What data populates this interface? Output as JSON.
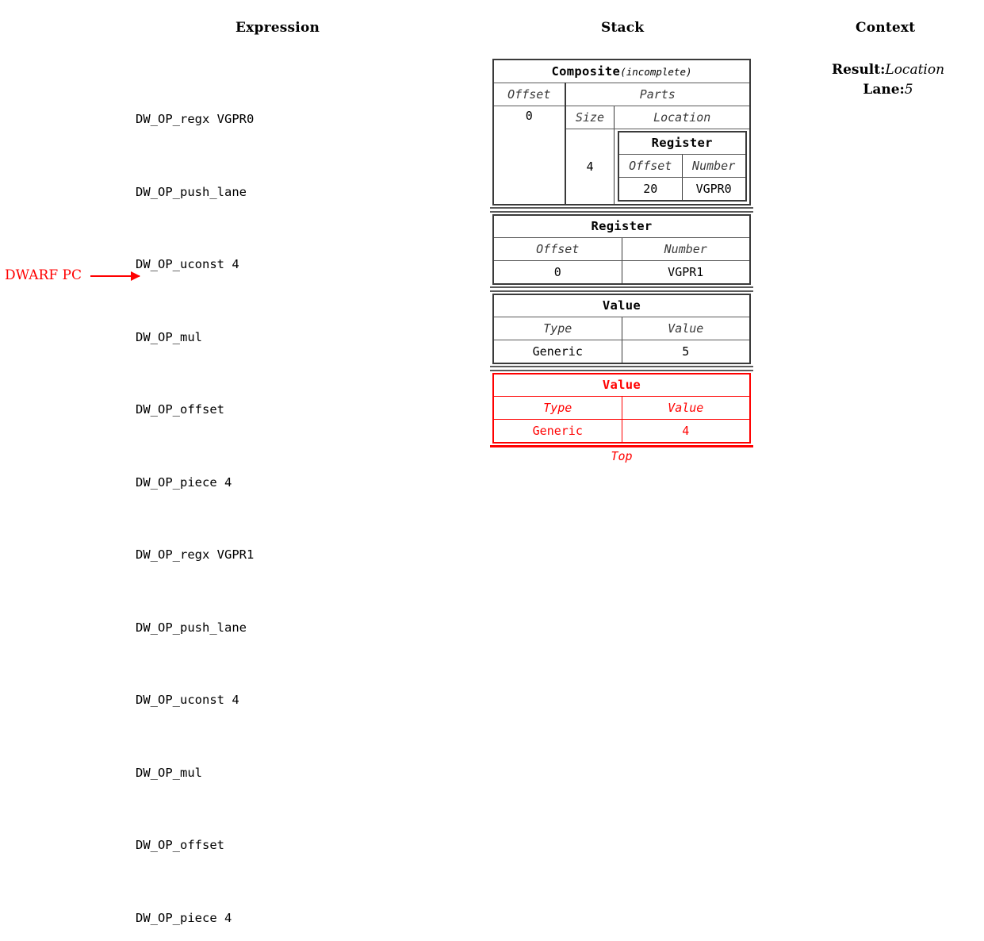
{
  "headers": {
    "expression": "Expression",
    "stack": "Stack",
    "context": "Context"
  },
  "expression": {
    "operations": [
      "DW_OP_regx VGPR0",
      "DW_OP_push_lane",
      "DW_OP_uconst 4",
      "DW_OP_mul",
      "DW_OP_offset",
      "DW_OP_piece 4",
      "DW_OP_regx VGPR1",
      "DW_OP_push_lane",
      "DW_OP_uconst 4",
      "DW_OP_mul",
      "DW_OP_offset",
      "DW_OP_piece 4"
    ],
    "pc_marker": {
      "label": "DWARF PC",
      "points_to_index": 9,
      "color": "#ff0000"
    }
  },
  "stack": {
    "entries": [
      {
        "kind": "composite",
        "title": "Composite",
        "title_suffix": "(incomplete)",
        "fields": {
          "offset_label": "Offset",
          "parts_label": "Parts",
          "size_label": "Size",
          "location_label": "Location"
        },
        "offset_value": "0",
        "parts": [
          {
            "size": "4",
            "location": {
              "title": "Register",
              "offset_label": "Offset",
              "number_label": "Number",
              "offset_value": "20",
              "number_value": "VGPR0"
            }
          }
        ]
      },
      {
        "kind": "register",
        "title": "Register",
        "col_labels": [
          "Offset",
          "Number"
        ],
        "values": [
          "0",
          "VGPR1"
        ]
      },
      {
        "kind": "value",
        "title": "Value",
        "col_labels": [
          "Type",
          "Value"
        ],
        "values": [
          "Generic",
          "5"
        ]
      },
      {
        "kind": "value",
        "title": "Value",
        "col_labels": [
          "Type",
          "Value"
        ],
        "values": [
          "Generic",
          "4"
        ],
        "highlight": true,
        "highlight_color": "#ff0000"
      }
    ],
    "top_label": "Top"
  },
  "context": {
    "result_key": "Result:",
    "result_value": "Location",
    "lane_key": "Lane:",
    "lane_value": "5"
  }
}
